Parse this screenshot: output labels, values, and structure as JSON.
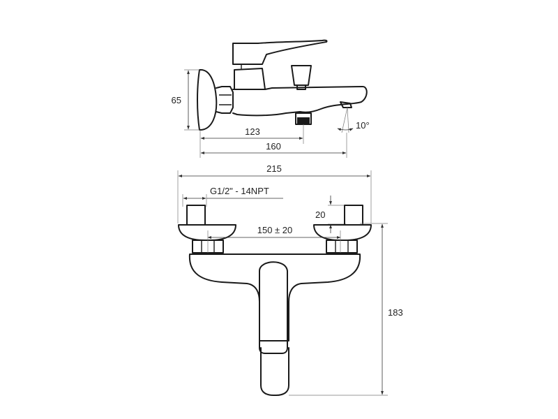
{
  "side_view": {
    "dim_height": "65",
    "dim_outlet": "123",
    "dim_length": "160",
    "dim_angle": "10°"
  },
  "front_view": {
    "dim_width": "215",
    "dim_thread": "G1/2\" - 14NPT",
    "dim_eccentric": "20",
    "dim_centers": "150 ± 20",
    "dim_height": "183"
  },
  "colors": {
    "line": "#1a1a1a",
    "dimension": "#333333",
    "background": "#ffffff"
  }
}
